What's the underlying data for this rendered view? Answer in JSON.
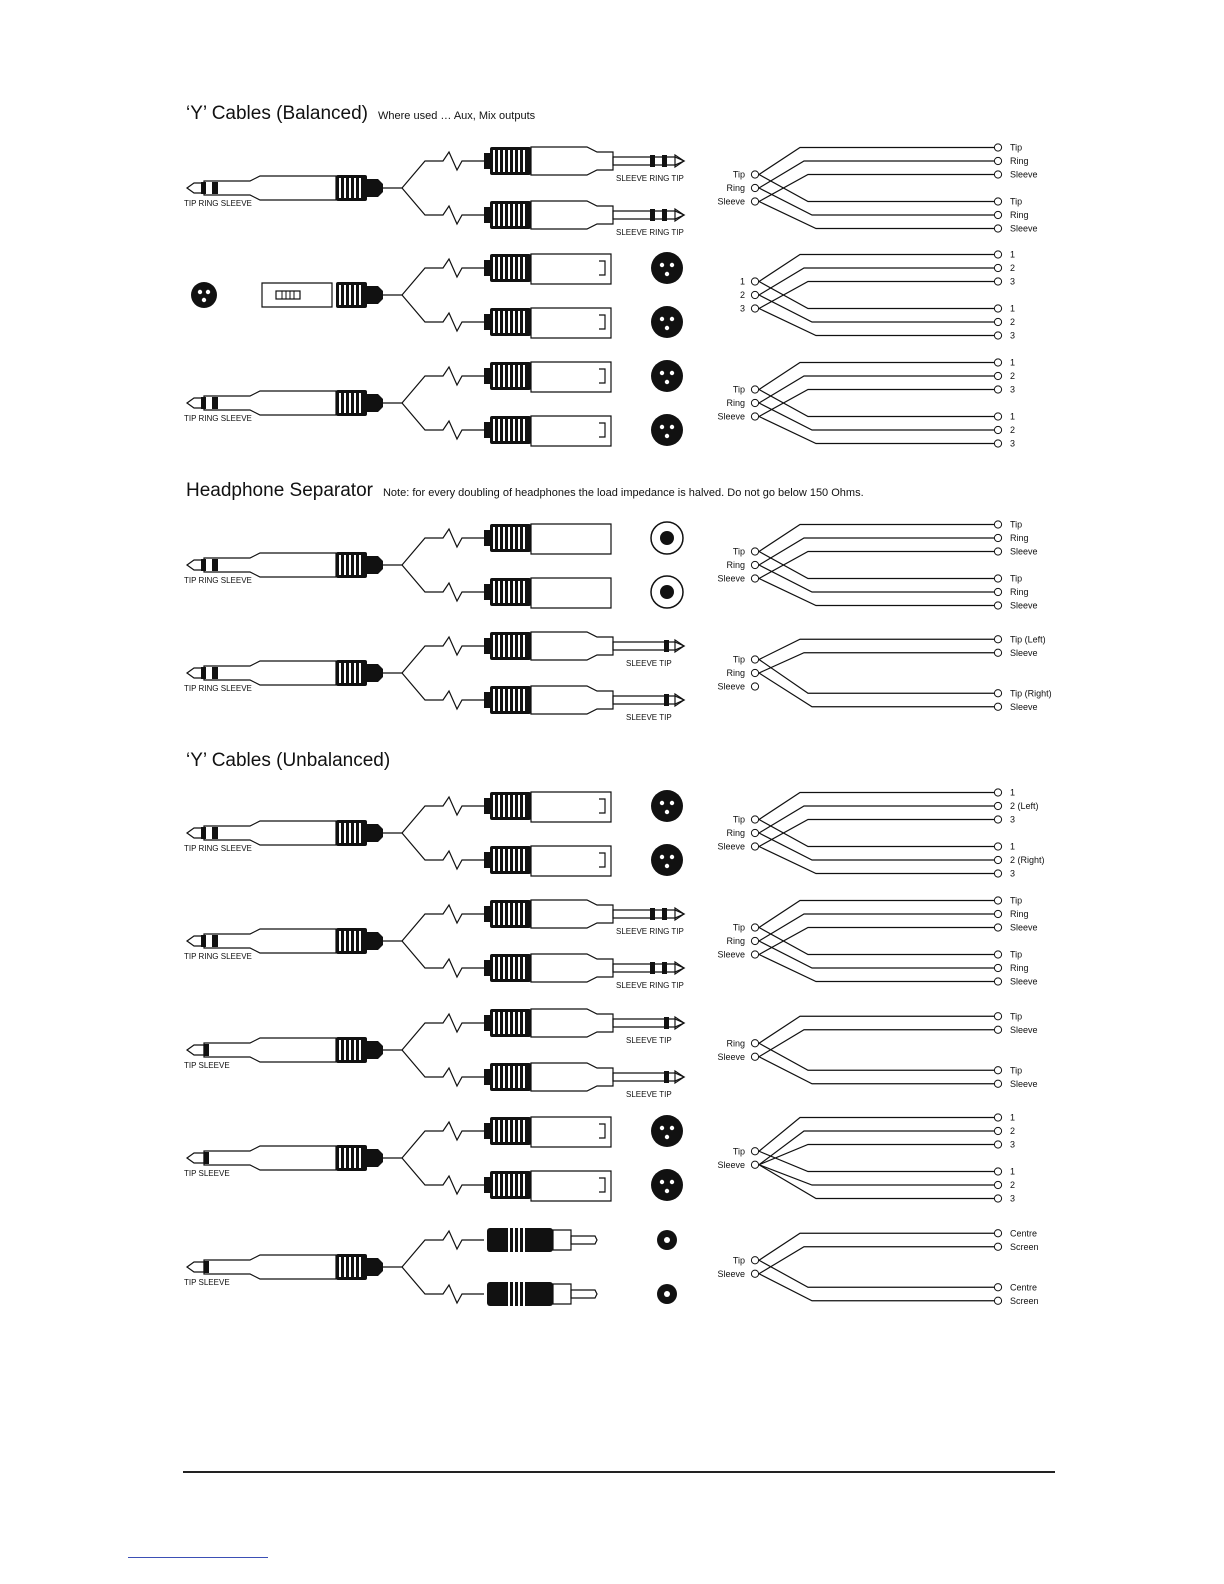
{
  "sections": [
    {
      "title": "‘Y’ Cables (Balanced)",
      "note": "Where used … Aux, Mix outputs"
    },
    {
      "title": "Headphone Separator",
      "note": "Note: for every doubling of headphones the load impedance is halved.  Do not go below 150 Ohms."
    },
    {
      "title": "‘Y’ Cables (Unbalanced)",
      "note": ""
    }
  ],
  "rows": [
    {
      "id": "bal-trs-trs",
      "source": {
        "type": "trs",
        "label": "TIP RING SLEEVE"
      },
      "branches": [
        {
          "type": "trs",
          "label": "SLEEVE RING TIP"
        },
        {
          "type": "trs",
          "label": "SLEEVE RING TIP"
        }
      ],
      "wiring": {
        "left": [
          "Tip",
          "Ring",
          "Sleeve"
        ],
        "right": [
          [
            "Tip",
            "Ring",
            "Sleeve"
          ],
          [
            "Tip",
            "Ring",
            "Sleeve"
          ]
        ]
      }
    },
    {
      "id": "bal-xlr-xlr",
      "source": {
        "type": "xlrf",
        "label": ""
      },
      "branches": [
        {
          "type": "xlrm",
          "label": ""
        },
        {
          "type": "xlrm",
          "label": ""
        }
      ],
      "wiring": {
        "left": [
          "1",
          "2",
          "3"
        ],
        "right": [
          [
            "1",
            "2",
            "3"
          ],
          [
            "1",
            "2",
            "3"
          ]
        ]
      }
    },
    {
      "id": "bal-trs-xlr",
      "source": {
        "type": "trs",
        "label": "TIP RING SLEEVE"
      },
      "branches": [
        {
          "type": "xlrm",
          "label": ""
        },
        {
          "type": "xlrm",
          "label": ""
        }
      ],
      "wiring": {
        "left": [
          "Tip",
          "Ring",
          "Sleeve"
        ],
        "right": [
          [
            "1",
            "2",
            "3"
          ],
          [
            "1",
            "2",
            "3"
          ]
        ]
      }
    },
    {
      "id": "hp-trs-trsf",
      "source": {
        "type": "trs",
        "label": "TIP RING SLEEVE"
      },
      "branches": [
        {
          "type": "trsf",
          "label": ""
        },
        {
          "type": "trsf",
          "label": ""
        }
      ],
      "wiring": {
        "left": [
          "Tip",
          "Ring",
          "Sleeve"
        ],
        "right": [
          [
            "Tip",
            "Ring",
            "Sleeve"
          ],
          [
            "Tip",
            "Ring",
            "Sleeve"
          ]
        ]
      }
    },
    {
      "id": "hp-trs-ts",
      "source": {
        "type": "trs",
        "label": "TIP RING SLEEVE"
      },
      "branches": [
        {
          "type": "ts",
          "label": "SLEEVE    TIP"
        },
        {
          "type": "ts",
          "label": "SLEEVE    TIP"
        }
      ],
      "wiring": {
        "left": [
          "Tip",
          "Ring",
          "Sleeve"
        ],
        "right": [
          [
            "Tip (Left)",
            "Sleeve"
          ],
          [
            "Tip (Right)",
            "Sleeve"
          ]
        ]
      }
    },
    {
      "id": "unb-trs-xlr",
      "source": {
        "type": "trs",
        "label": "TIP RING SLEEVE"
      },
      "branches": [
        {
          "type": "xlrm",
          "label": ""
        },
        {
          "type": "xlrm",
          "label": ""
        }
      ],
      "wiring": {
        "left": [
          "Tip",
          "Ring",
          "Sleeve"
        ],
        "right": [
          [
            "1",
            "2 (Left)",
            "3"
          ],
          [
            "1",
            "2 (Right)",
            "3"
          ]
        ]
      }
    },
    {
      "id": "unb-trs-trs",
      "source": {
        "type": "trs",
        "label": "TIP RING SLEEVE"
      },
      "branches": [
        {
          "type": "trs",
          "label": "SLEEVE RING TIP"
        },
        {
          "type": "trs",
          "label": "SLEEVE RING TIP"
        }
      ],
      "wiring": {
        "left": [
          "Tip",
          "Ring",
          "Sleeve"
        ],
        "right": [
          [
            "Tip",
            "Ring",
            "Sleeve"
          ],
          [
            "Tip",
            "Ring",
            "Sleeve"
          ]
        ]
      }
    },
    {
      "id": "unb-ts-ts",
      "source": {
        "type": "ts",
        "label": "TIP     SLEEVE"
      },
      "branches": [
        {
          "type": "ts",
          "label": "SLEEVE    TIP"
        },
        {
          "type": "ts",
          "label": "SLEEVE    TIP"
        }
      ],
      "wiring": {
        "left": [
          "Ring",
          "Sleeve"
        ],
        "right": [
          [
            "Tip",
            "Sleeve"
          ],
          [
            "Tip",
            "Sleeve"
          ]
        ]
      }
    },
    {
      "id": "unb-ts-xlr",
      "source": {
        "type": "ts",
        "label": "TIP     SLEEVE"
      },
      "branches": [
        {
          "type": "xlrm",
          "label": ""
        },
        {
          "type": "xlrm",
          "label": ""
        }
      ],
      "wiring": {
        "left": [
          "Tip",
          "Sleeve"
        ],
        "right": [
          [
            "1",
            "2",
            "3"
          ],
          [
            "1",
            "2",
            "3"
          ]
        ]
      }
    },
    {
      "id": "unb-ts-rca",
      "source": {
        "type": "ts",
        "label": "TIP     SLEEVE"
      },
      "branches": [
        {
          "type": "rca",
          "label": ""
        },
        {
          "type": "rca",
          "label": ""
        }
      ],
      "wiring": {
        "left": [
          "Tip",
          "Sleeve"
        ],
        "right": [
          [
            "Centre",
            "Screen"
          ],
          [
            "Centre",
            "Screen"
          ]
        ]
      }
    }
  ]
}
